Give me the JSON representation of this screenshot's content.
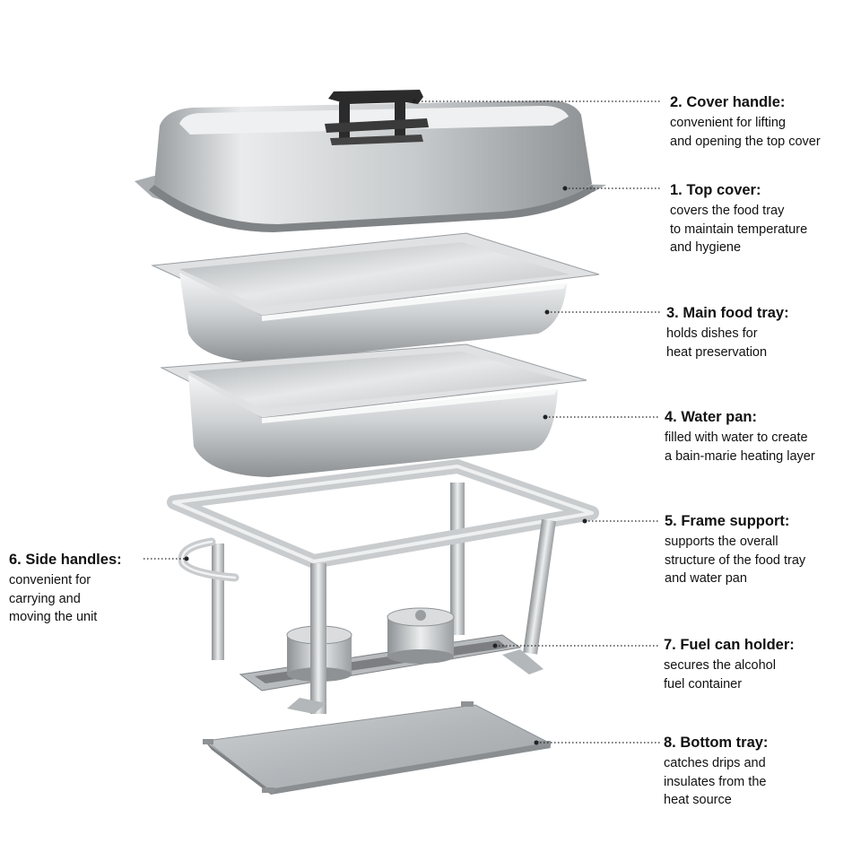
{
  "callouts": [
    {
      "title": "2. Cover handle:",
      "desc": "convenient for lifting\nand opening the top cover"
    },
    {
      "title": "1. Top cover:",
      "desc": "covers the food tray\nto maintain temperature\nand hygiene"
    },
    {
      "title": "3. Main food tray:",
      "desc": "holds dishes for\nheat preservation"
    },
    {
      "title": "4. Water pan:",
      "desc": "filled with water to create\na bain-marie heating layer"
    },
    {
      "title": "5. Frame support:",
      "desc": "supports the overall\nstructure of the food tray\nand water pan"
    },
    {
      "title": "6. Side handles:",
      "desc": "convenient for\ncarrying and\nmoving the unit"
    },
    {
      "title": "7. Fuel can holder:",
      "desc": "secures the alcohol\nfuel container"
    },
    {
      "title": "8. Bottom tray:",
      "desc": "catches drips and\ninsulates from the\nheat source"
    }
  ],
  "colors": {
    "steel_light": "#f2f3f4",
    "steel_mid": "#c4c7ca",
    "steel_dark": "#7e8285",
    "handle": "#2b2b2b",
    "text": "#111111"
  }
}
